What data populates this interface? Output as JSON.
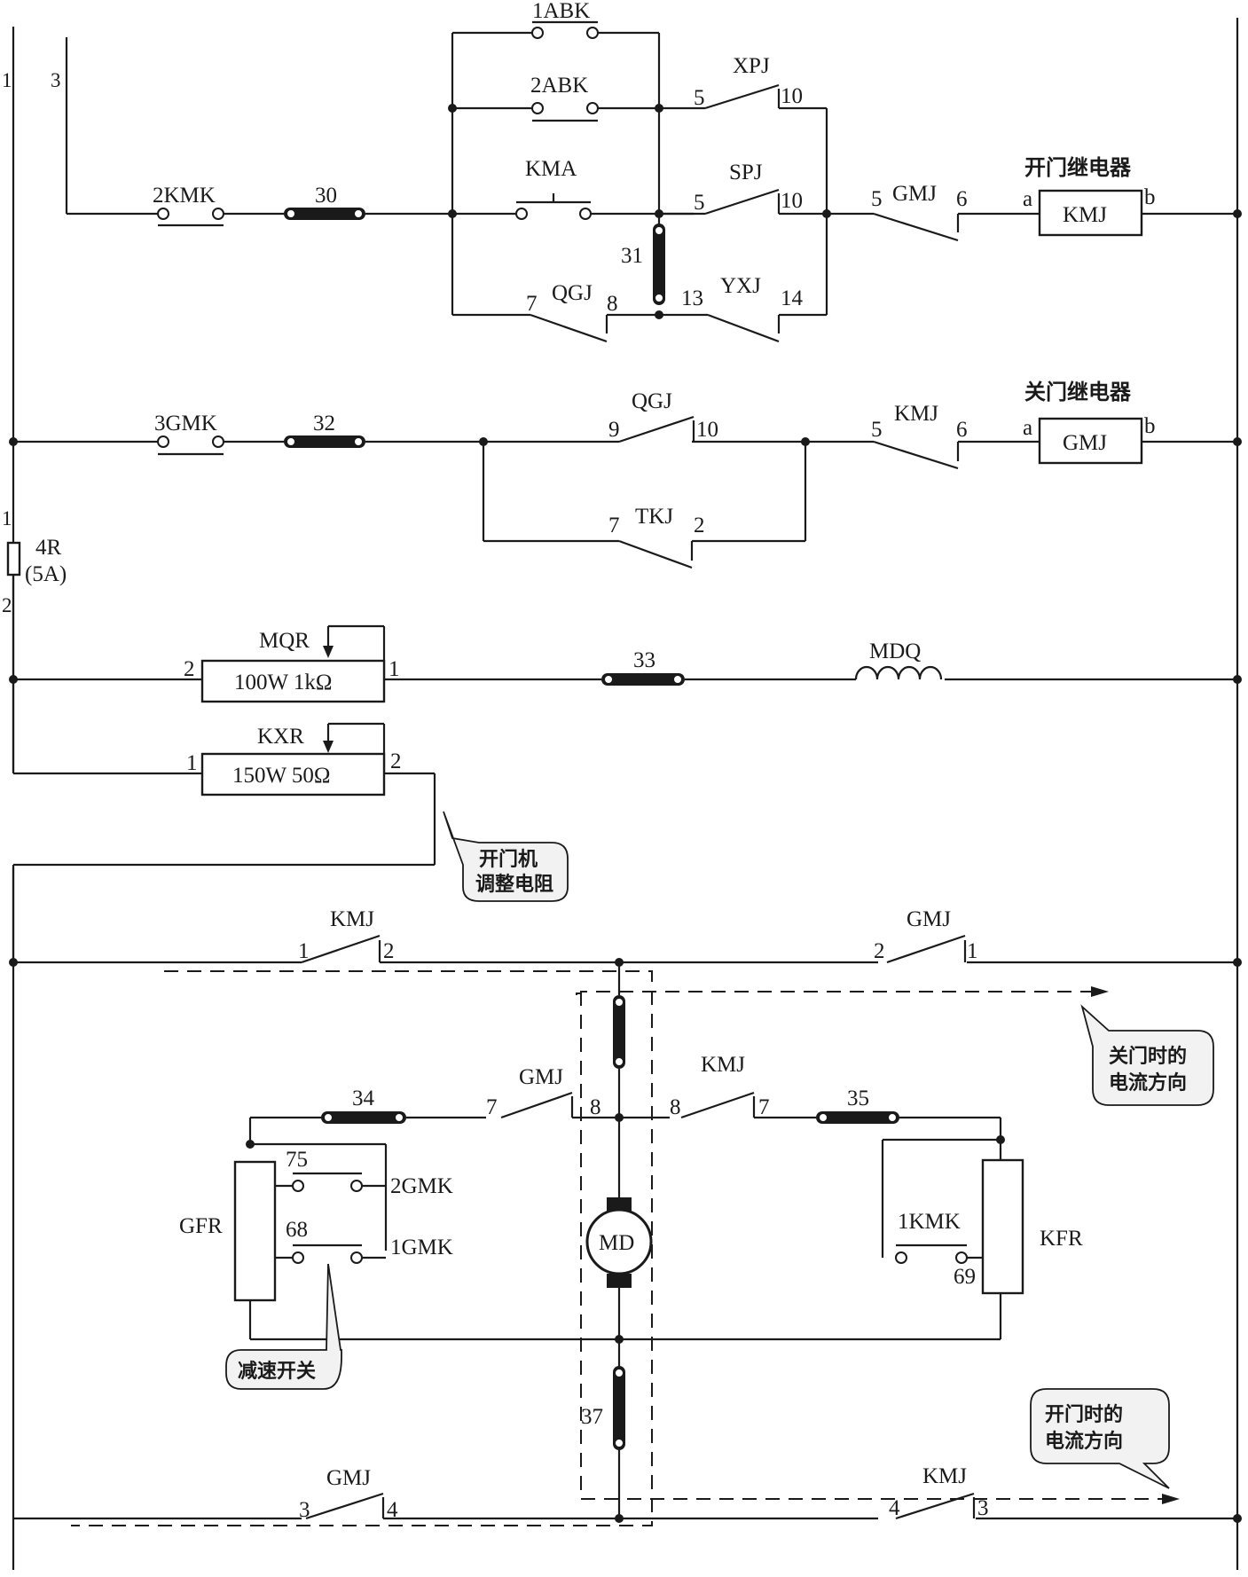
{
  "terminals": {
    "left_rail_1": "1",
    "wire_3": "3",
    "r4_top": "1",
    "r4_bottom": "2"
  },
  "row1": {
    "switch_2kmk": "2KMK",
    "fuse_30": "30",
    "contact_1abk": "1ABK",
    "contact_2abk": "2ABK",
    "button_kma": "KMA",
    "fuse_31": "31",
    "qgj_label": "QGJ",
    "qgj_pin_a": "7",
    "qgj_pin_b": "8",
    "xpj_label": "XPJ",
    "xpj_pin_a": "5",
    "xpj_pin_b": "10",
    "spj_label": "SPJ",
    "spj_pin_a": "5",
    "spj_pin_b": "10",
    "yxj_label": "YXJ",
    "yxj_pin_a": "13",
    "yxj_pin_b": "14",
    "gmj_label": "GMJ",
    "gmj_pin_a": "5",
    "gmj_pin_b": "6",
    "relay_title": "开门继电器",
    "relay_name": "KMJ",
    "relay_a": "a",
    "relay_b": "b"
  },
  "row2": {
    "switch_3gmk": "3GMK",
    "fuse_32": "32",
    "qgj_label": "QGJ",
    "qgj_pin_a": "9",
    "qgj_pin_b": "10",
    "tkj_label": "TKJ",
    "tkj_pin_a": "7",
    "tkj_pin_b": "2",
    "kmj_label": "KMJ",
    "kmj_pin_a": "5",
    "kmj_pin_b": "6",
    "relay_title": "关门继电器",
    "relay_name": "GMJ",
    "relay_a": "a",
    "relay_b": "b"
  },
  "fuse_4r": {
    "name": "4R",
    "rating": "(5A)"
  },
  "row3": {
    "rheostat_name": "MQR",
    "rheostat_value": "100W 1kΩ",
    "pin_left": "2",
    "pin_right": "1",
    "fuse_33": "33",
    "coil_name": "MDQ"
  },
  "row4": {
    "rheostat_name": "KXR",
    "rheostat_value": "150W 50Ω",
    "pin_left": "1",
    "pin_right": "2",
    "callout_line1": "开门机",
    "callout_line2": "调整电阻"
  },
  "motor_circuit": {
    "kmj_top_label": "KMJ",
    "kmj_top_pin_a": "1",
    "kmj_top_pin_b": "2",
    "gmj_top_label": "GMJ",
    "gmj_top_pin_a": "2",
    "gmj_top_pin_b": "1",
    "close_callout_line1": "关门时的",
    "close_callout_line2": "电流方向",
    "gmj_mid_label": "GMJ",
    "gmj_mid_pin_a": "7",
    "gmj_mid_pin_b": "8",
    "kmj_mid_label": "KMJ",
    "kmj_mid_pin_a": "8",
    "kmj_mid_pin_b": "7",
    "fuse_34": "34",
    "fuse_35": "35",
    "fuse_37": "37",
    "gfr_label": "GFR",
    "kfr_label": "KFR",
    "contact_75": "75",
    "contact_68": "68",
    "contact_69": "69",
    "switch_2gmk": "2GMK",
    "switch_1gmk": "1GMK",
    "switch_1kmk": "1KMK",
    "motor_label": "MD",
    "slow_callout": "减速开关",
    "open_callout_line1": "开门时的",
    "open_callout_line2": "电流方向",
    "gmj_bot_label": "GMJ",
    "gmj_bot_pin_a": "3",
    "gmj_bot_pin_b": "4",
    "kmj_bot_label": "KMJ",
    "kmj_bot_pin_a": "4",
    "kmj_bot_pin_b": "3"
  }
}
